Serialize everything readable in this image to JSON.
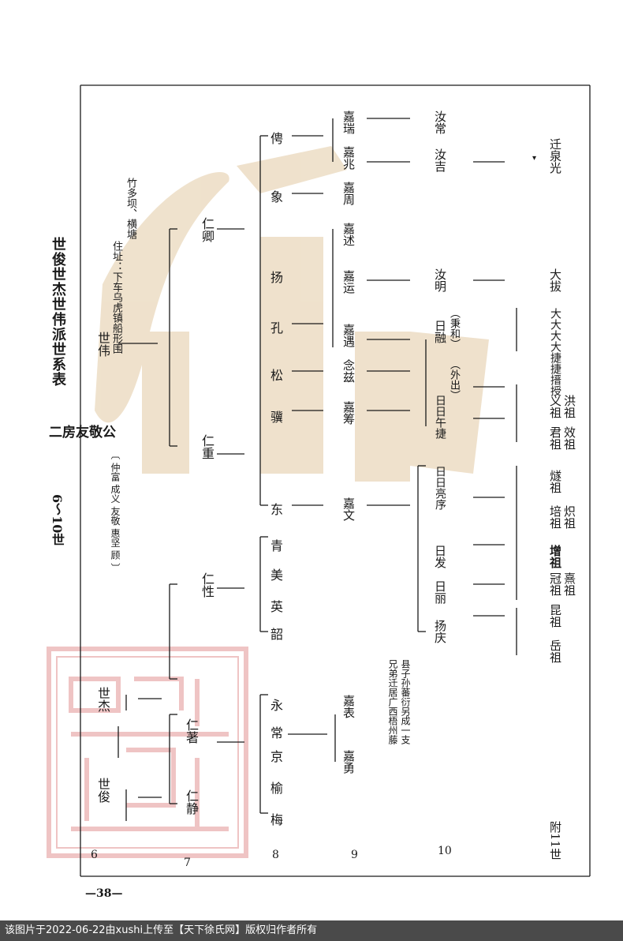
{
  "doc": {
    "title": "世俊世杰世伟派世系表",
    "range": "6～10世",
    "branch": "二房友敬公",
    "address_line1": "住址：下车乌虎镇船形围",
    "address_line2": "竹多坝、横塘",
    "note_siblings": "〔 仲富 成义 友敬 惠坚 顾 〕",
    "note_move_line1": "兄弟迁居广西梧州藤",
    "note_move_line2": "县子孙蕃衍另成一支",
    "page_number": "—38—"
  },
  "generations": {
    "g6": "6",
    "g7": "7",
    "g8": "8",
    "g9": "9",
    "g10": "10",
    "g11": "附11世"
  },
  "people": {
    "shijun": "世俊",
    "shijie": "世杰",
    "shiwei": "世伟",
    "renjing": "仁静",
    "renzhu": "仁著",
    "renxing": "仁性",
    "renzhong": "仁重",
    "renqing": "仁卿",
    "mei": "梅",
    "yu": "榆",
    "jing": "京",
    "chang": "常",
    "yong": "永",
    "shao": "韶",
    "ying": "英",
    "meixing": "美",
    "qing": "青",
    "dong": "东",
    "ji": "骥",
    "song": "松",
    "kong": "孔",
    "yang": "扬",
    "xiang": "象",
    "jiayong": "嘉勇",
    "jiabiao": "嘉表",
    "yangqing": "扬庆",
    "jiawen": "嘉文",
    "jiachou": "嘉筹",
    "nianci": "念兹",
    "jiayu": "嘉遇",
    "jiayun": "嘉运",
    "jiashu": "嘉述",
    "jiazhou": "嘉周",
    "jiazhao": "嘉兆",
    "jiarui": "嘉瑞",
    "rili": "日丽",
    "rifa": "日发",
    "riliangxu": "日日亮序",
    "riwu": "日日午捷",
    "rirong": "日融",
    "bingheb": "（秉和）",
    "waichu": "（外出）",
    "ruming": "汝明",
    "ruji": "汝吉",
    "ruchang": "汝常",
    "yue_zu": "岳祖",
    "kun_zu": "昆祖",
    "guanzu": "冠祖",
    "xizu": "熹祖",
    "zengzu": "增祖",
    "peizu": "培祖",
    "zhizu": "炽祖",
    "suizu": "燧祖",
    "junzu": "君祖",
    "xiaozu": "效祖",
    "yizu": "义祖",
    "hongzu": "洪祖",
    "dajie": "大大大大捷捷搢授",
    "dabo": "大拔",
    "qianquan": "迁泉光"
  },
  "footer": {
    "text": "该图片于2022-06-22由xushi上传至【天下徐氏网】版权归作者所有"
  },
  "colors": {
    "ink": "#1a1a1a",
    "watermark": "#e6d2b4",
    "seal": "#f0c9c9",
    "footer_bg": "#4a4a4a"
  }
}
